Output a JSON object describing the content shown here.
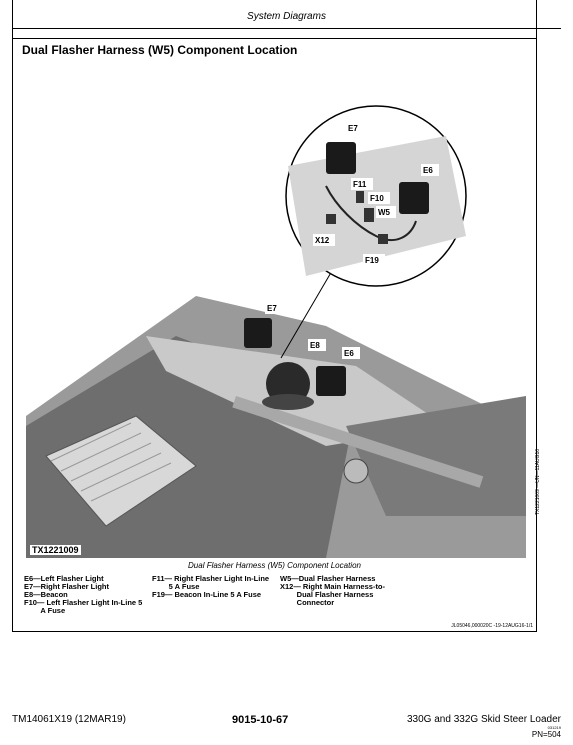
{
  "header": {
    "title": "System Diagrams"
  },
  "section": {
    "title": "Dual Flasher Harness (W5) Component Location"
  },
  "figure": {
    "code": "TX1221009",
    "side_code": "TX1221009 —UN—11AUG16",
    "caption": "Dual Flasher Harness (W5) Component Location",
    "callouts": {
      "e7_zoom": "E7",
      "e6_zoom": "E6",
      "f11": "F11",
      "f10": "F10",
      "w5": "W5",
      "x12": "X12",
      "f19": "F19",
      "e7": "E7",
      "e8": "E8",
      "e6": "E6"
    }
  },
  "legend": {
    "col1": [
      "E6—Left Flasher Light",
      "E7—Right Flasher Light",
      "E8—Beacon",
      "F10— Left Flasher Light In-Line 5",
      "        A Fuse"
    ],
    "col2": [
      "F11— Right Flasher Light In-Line",
      "        5 A Fuse",
      "F19— Beacon In-Line 5 A Fuse"
    ],
    "col3": [
      "W5—Dual Flasher Harness",
      "X12— Right Main Harness-to-",
      "        Dual Flasher Harness",
      "        Connector"
    ]
  },
  "reference": "JL05046,000020C -19-12AUG16-1/1",
  "footer": {
    "left": "TM14061X19 (12MAR19)",
    "center": "9015-10-67",
    "right": "330G and 332G Skid Steer Loader",
    "small": "031219",
    "pn": "PN=504"
  },
  "colors": {
    "rule": "#000000",
    "machine_dark": "#8a8a8a",
    "machine_light": "#c8c8c8"
  }
}
